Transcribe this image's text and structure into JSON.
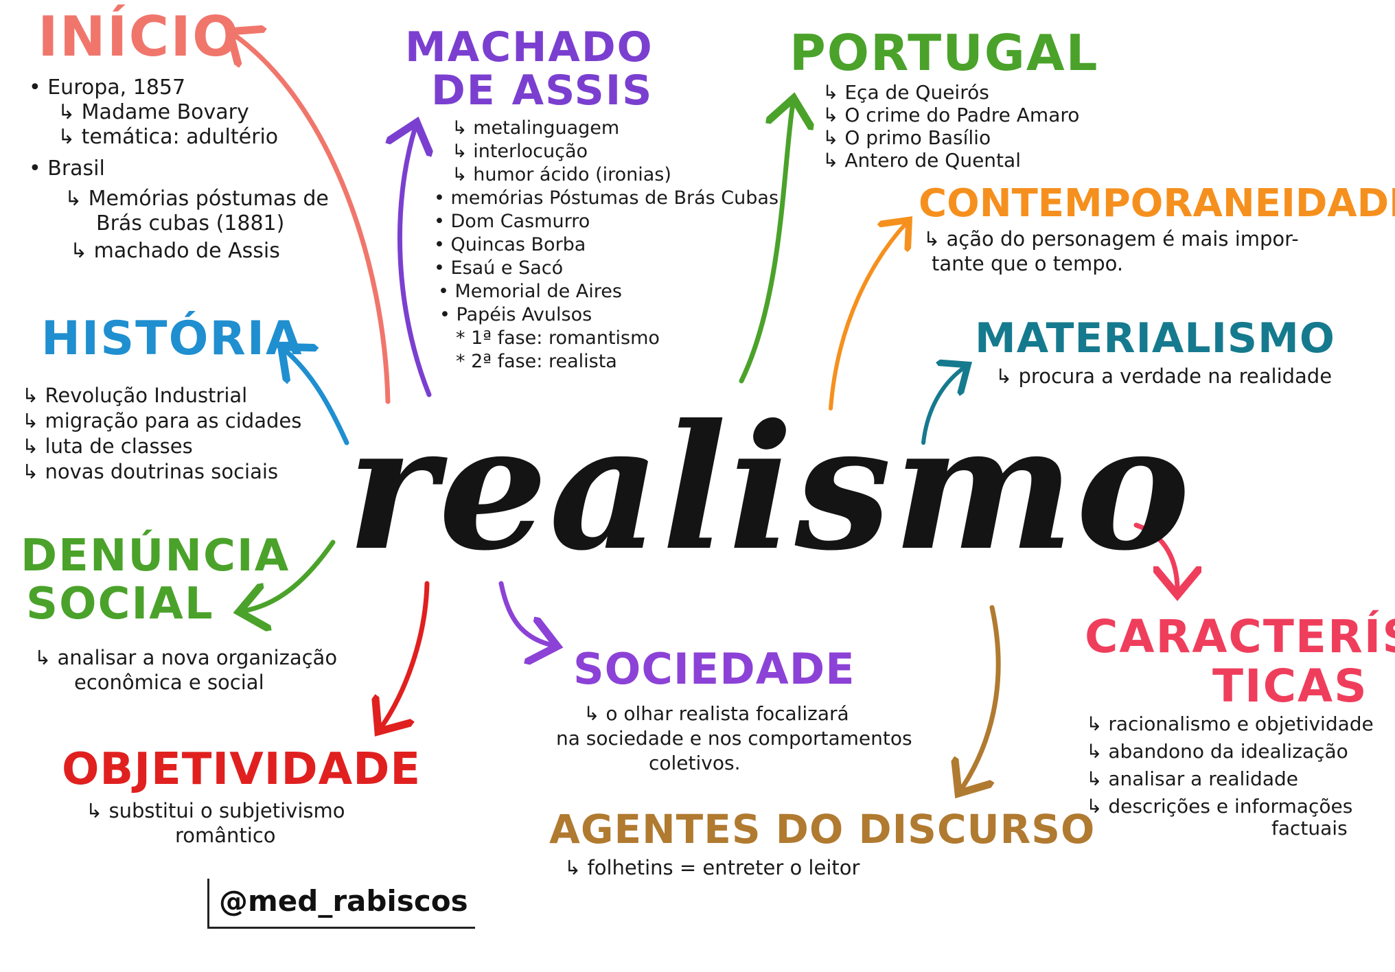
{
  "center": {
    "word": "realismo",
    "color": "#141414"
  },
  "colors": {
    "inicio": "#f0766c",
    "machado": "#7b3fd0",
    "portugal": "#4aa22a",
    "contemporaneidade": "#f5901e",
    "materialismo": "#167a8e",
    "historia": "#1f8fd0",
    "denuncia": "#4aa22a",
    "objetividade": "#e0201f",
    "sociedade": "#8c42d6",
    "agentes": "#b07a30",
    "caracteristicas": "#ef3e5c"
  },
  "inicio": {
    "title": "INÍCIO",
    "lines": [
      "• Europa, 1857",
      "↳ Madame Bovary",
      "↳ temática: adultério",
      "• Brasil",
      "↳ Memórias póstumas de",
      "Brás cubas (1881)",
      "↳ machado de Assis"
    ]
  },
  "machado": {
    "title_line1": "MACHADO",
    "title_line2": "DE ASSIS",
    "lines": [
      "↳ metalinguagem",
      "↳ interlocução",
      "↳ humor ácido (ironias)",
      "• memórias Póstumas de Brás Cubas",
      "• Dom Casmurro",
      "• Quincas Borba",
      "• Esaú e Sacó",
      "• Memorial de Aires",
      "• Papéis Avulsos",
      "* 1ª fase: romantismo",
      "* 2ª fase: realista"
    ]
  },
  "portugal": {
    "title": "PORTUGAL",
    "lines": [
      "↳ Eça de Queirós",
      "↳ O crime do Padre Amaro",
      "↳ O primo Basílio",
      "↳ Antero de Quental"
    ]
  },
  "contemporaneidade": {
    "title": "CONTEMPORANEIDADE",
    "lines": [
      "↳ ação do personagem é mais impor-",
      "tante que o tempo."
    ]
  },
  "materialismo": {
    "title": "MATERIALISMO",
    "lines": [
      "↳ procura a verdade na realidade"
    ]
  },
  "historia": {
    "title": "HISTÓRIA",
    "lines": [
      "↳ Revolução Industrial",
      "↳ migração para as cidades",
      "↳ luta de classes",
      "↳ novas doutrinas sociais"
    ]
  },
  "denuncia": {
    "title_line1": "DENÚNCIA",
    "title_line2": "SOCIAL",
    "lines": [
      "↳ analisar a nova organização",
      "econômica e social"
    ]
  },
  "objetividade": {
    "title": "OBJETIVIDADE",
    "lines": [
      "↳ substitui o subjetivismo",
      "romântico"
    ]
  },
  "sociedade": {
    "title": "SOCIEDADE",
    "lines": [
      "↳ o olhar realista focalizará",
      "na sociedade e nos comportamentos",
      "coletivos."
    ]
  },
  "agentes": {
    "title": "AGENTES DO DISCURSO",
    "lines": [
      "↳ folhetins = entreter o leitor"
    ]
  },
  "caracteristicas": {
    "title_line1": "CARACTERÍS-",
    "title_line2": "TICAS",
    "lines": [
      "↳ racionalismo e objetividade",
      "↳ abandono da idealização",
      "↳ analisar a realidade",
      "↳ descrições e informações",
      "factuais"
    ]
  },
  "signature": {
    "handle": "@med_rabiscos"
  }
}
